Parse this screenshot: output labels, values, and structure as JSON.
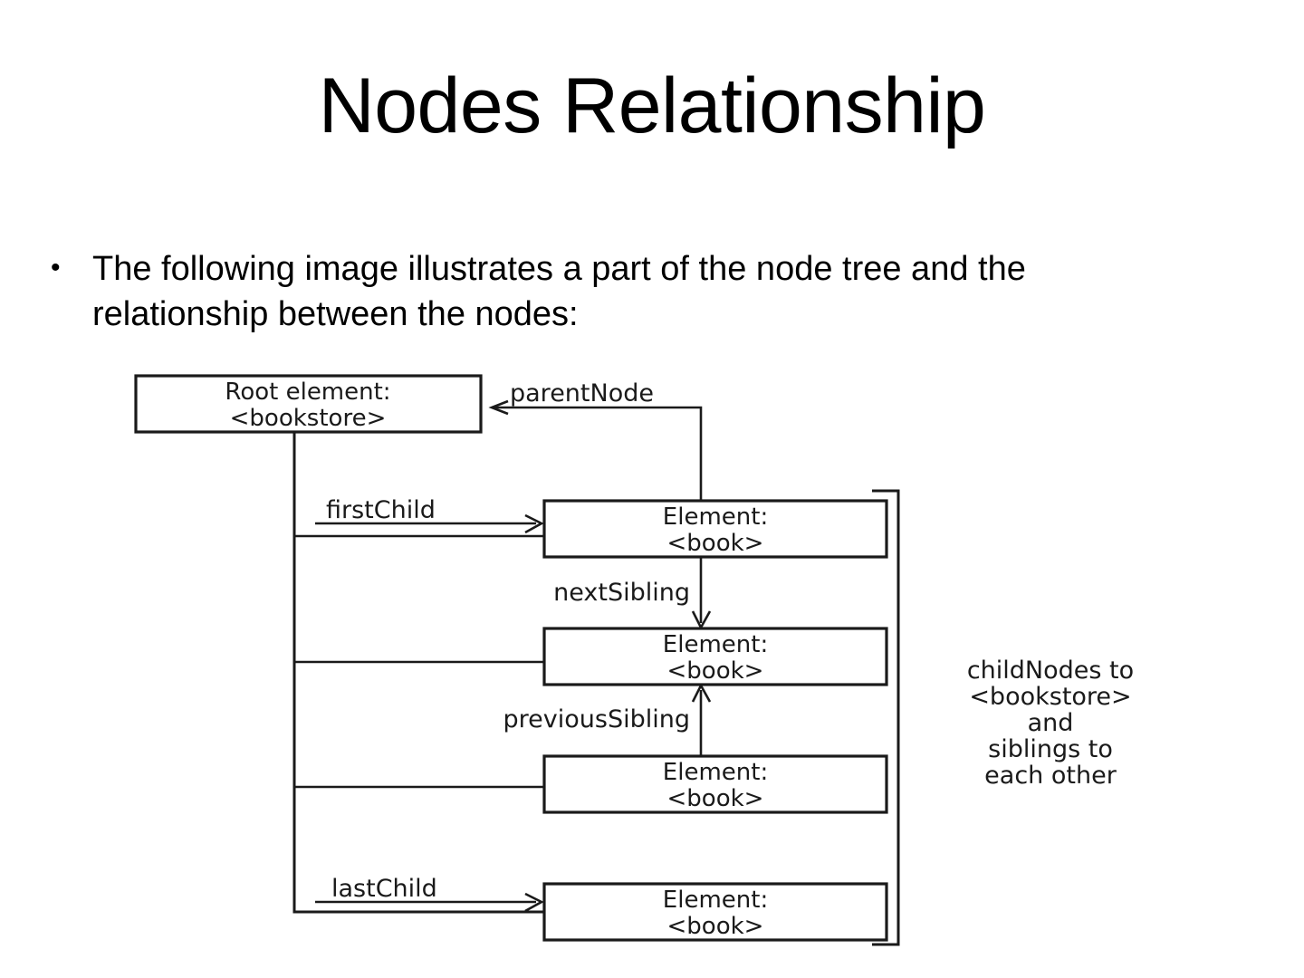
{
  "slide": {
    "title": "Nodes Relationship",
    "background_color": "#ffffff",
    "text_color": "#000000"
  },
  "body": {
    "bullets": [
      {
        "marker": "•",
        "text": "The following image illustrates a part of the node tree and the relationship between the nodes:"
      }
    ]
  },
  "diagram": {
    "name": "dom-node-relationship-diagram",
    "root_node": {
      "line1": "Root element:",
      "line2": "<bookstore>"
    },
    "child_nodes": [
      {
        "line1": "Element:",
        "line2": "<book>"
      },
      {
        "line1": "Element:",
        "line2": "<book>"
      },
      {
        "line1": "Element:",
        "line2": "<book>"
      },
      {
        "line1": "Element:",
        "line2": "<book>"
      }
    ],
    "edge_labels": {
      "parent_node": "parentNode",
      "first_child": "firstChild",
      "next_sibling": "nextSibling",
      "previous_sibling": "previousSibling",
      "last_child": "lastChild"
    },
    "bracket_note": [
      "childNodes to",
      "<bookstore>",
      "and",
      "siblings to",
      "each other"
    ]
  }
}
